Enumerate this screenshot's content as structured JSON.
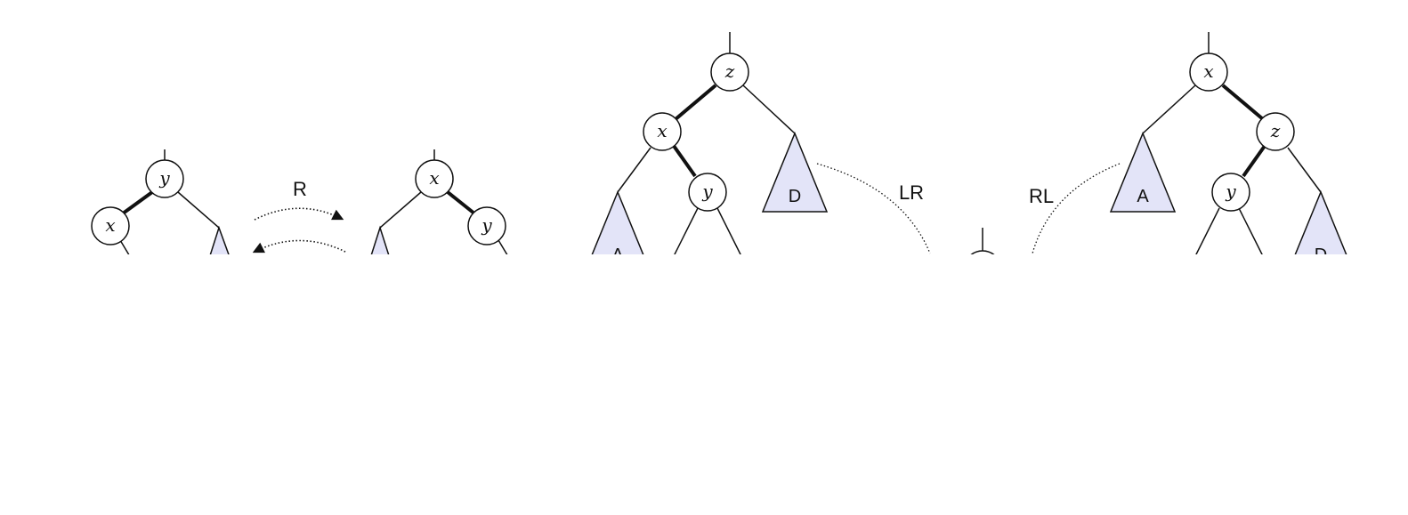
{
  "diagram": {
    "colors": {
      "subtree_fill": "#e3e4f8",
      "line": "#111111",
      "background": "#ffffff"
    },
    "rotations": {
      "right": "R",
      "left_right": "LR",
      "right_left": "RL"
    },
    "tree_1": {
      "root": "y",
      "left": "x"
    },
    "tree_2": {
      "root": "x",
      "right": "y"
    },
    "tree_3": {
      "root": "z",
      "left": "x",
      "left_right": "y",
      "subtree_a": "A",
      "subtree_d": "D"
    },
    "tree_4": {
      "root": "x",
      "right": "z",
      "right_left": "y",
      "subtree_a": "A",
      "subtree_d": "D"
    }
  }
}
